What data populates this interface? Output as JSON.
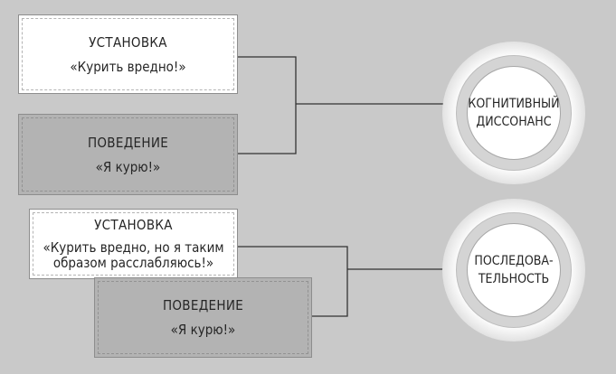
{
  "top": {
    "attitude_box": {
      "heading": "УСТАНОВКА",
      "text": "«Курить вредно!»"
    },
    "behavior_box": {
      "heading": "ПОВЕДЕНИЕ",
      "text": "«Я курю!»"
    },
    "result_circle": {
      "line1": "КОГНИТИВНЫЙ",
      "line2": "ДИССОНАНС"
    }
  },
  "bottom": {
    "attitude_box": {
      "heading": "УСТАНОВКА",
      "text_line1": "«Курить вредно, но я таким",
      "text_line2": "образом расслабляюсь!»"
    },
    "behavior_box": {
      "heading": "ПОВЕДЕНИЕ",
      "text": "«Я курю!»"
    },
    "result_circle": {
      "line1": "ПОСЛЕДОВА-",
      "line2": "ТЕЛЬНОСТЬ"
    }
  },
  "colors": {
    "background": "#c9c9c9",
    "attitude_box": "#ffffff",
    "behavior_box": "#b3b3b3",
    "connector": "#333333"
  }
}
